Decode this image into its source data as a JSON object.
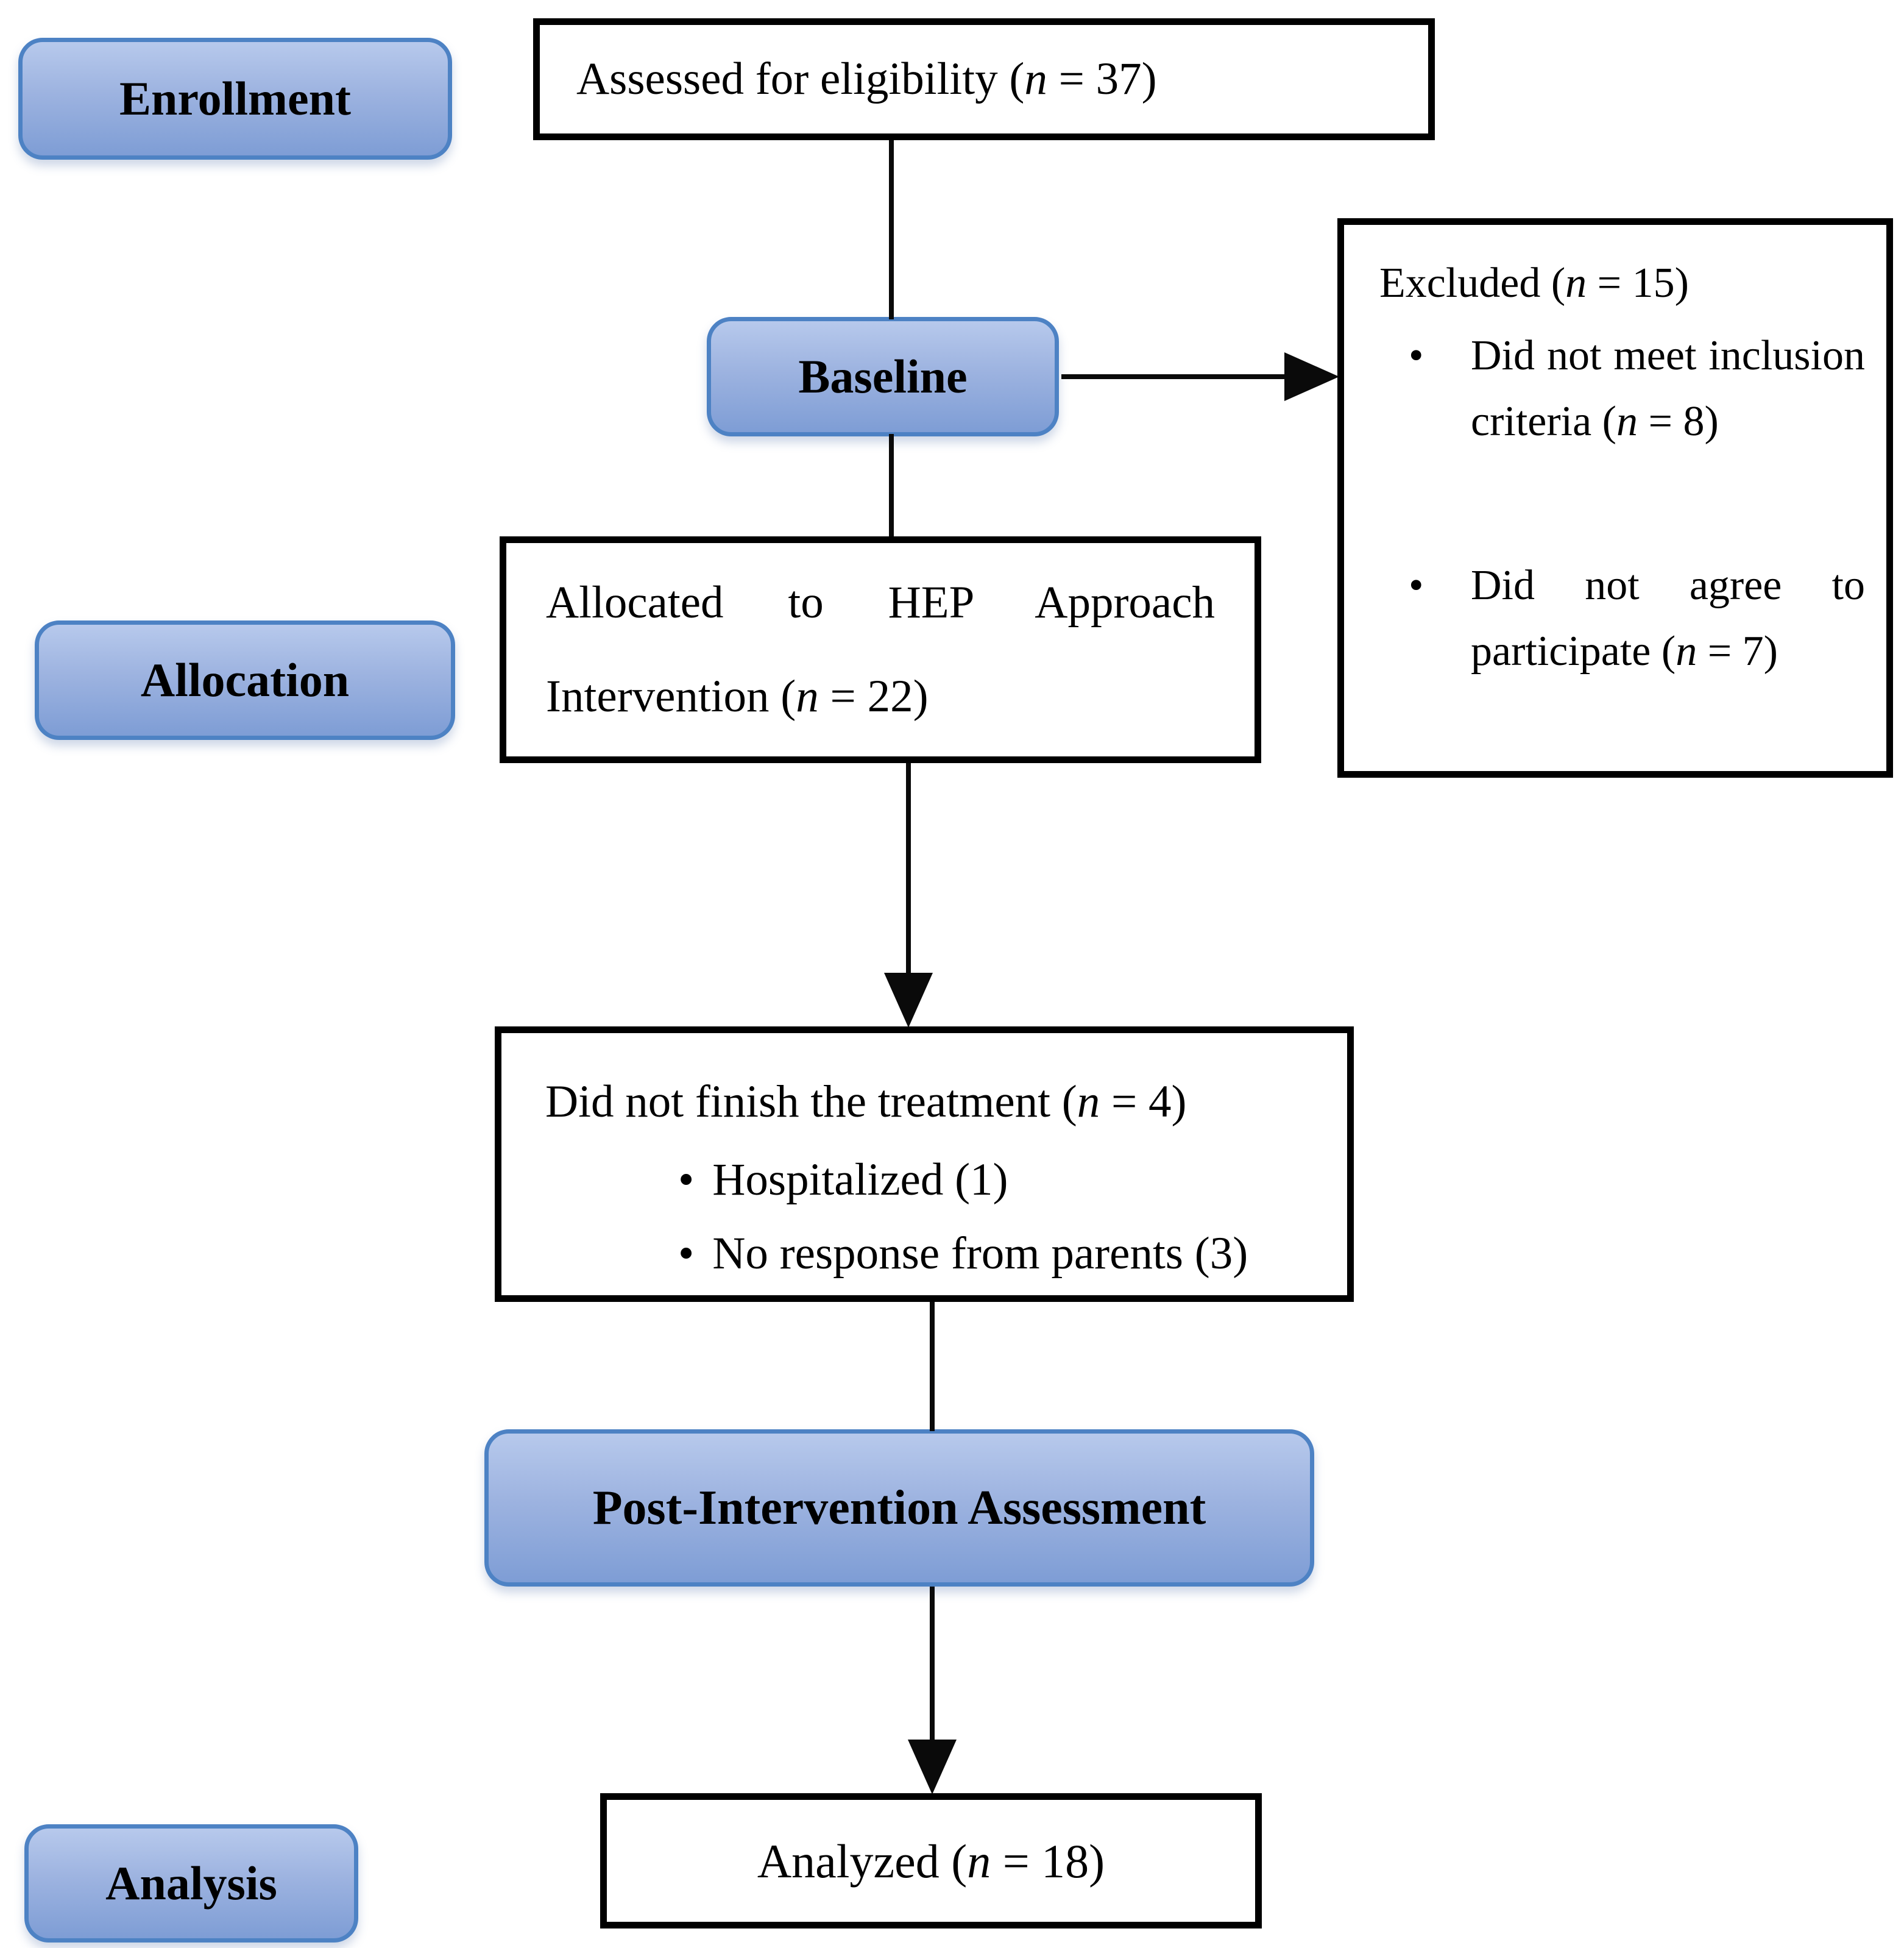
{
  "figure": {
    "type": "consort-flow-diagram",
    "stages": {
      "enrollment": "Enrollment",
      "baseline": "Baseline",
      "allocation": "Allocation",
      "post_intervention": "Post-Intervention Assessment",
      "analysis": "Analysis"
    },
    "nodes": {
      "assessed": "Assessed for eligibility (n = 37)",
      "excluded": {
        "title": "Excluded (n = 15)",
        "bullets": [
          "Did not meet inclusion criteria (n = 8)",
          "Did not agree to participate (n = 7)"
        ]
      },
      "allocated": "Allocated to HEP Approach Intervention (n = 22)",
      "not_finished": {
        "title": "Did not finish the treatment (n = 4)",
        "bullets": [
          "Hospitalized (1)",
          "No response from parents (3)"
        ]
      },
      "analyzed": "Analyzed (n = 18)"
    },
    "bullet_glyph": "•",
    "colors": {
      "badge_fill_top": "#b7c9ec",
      "badge_fill_bottom": "#7e9dd5",
      "badge_border": "#4d82c4",
      "box_border": "#000000",
      "connector": "#0a0a0a",
      "text": "#000000",
      "background": "#ffffff"
    }
  }
}
